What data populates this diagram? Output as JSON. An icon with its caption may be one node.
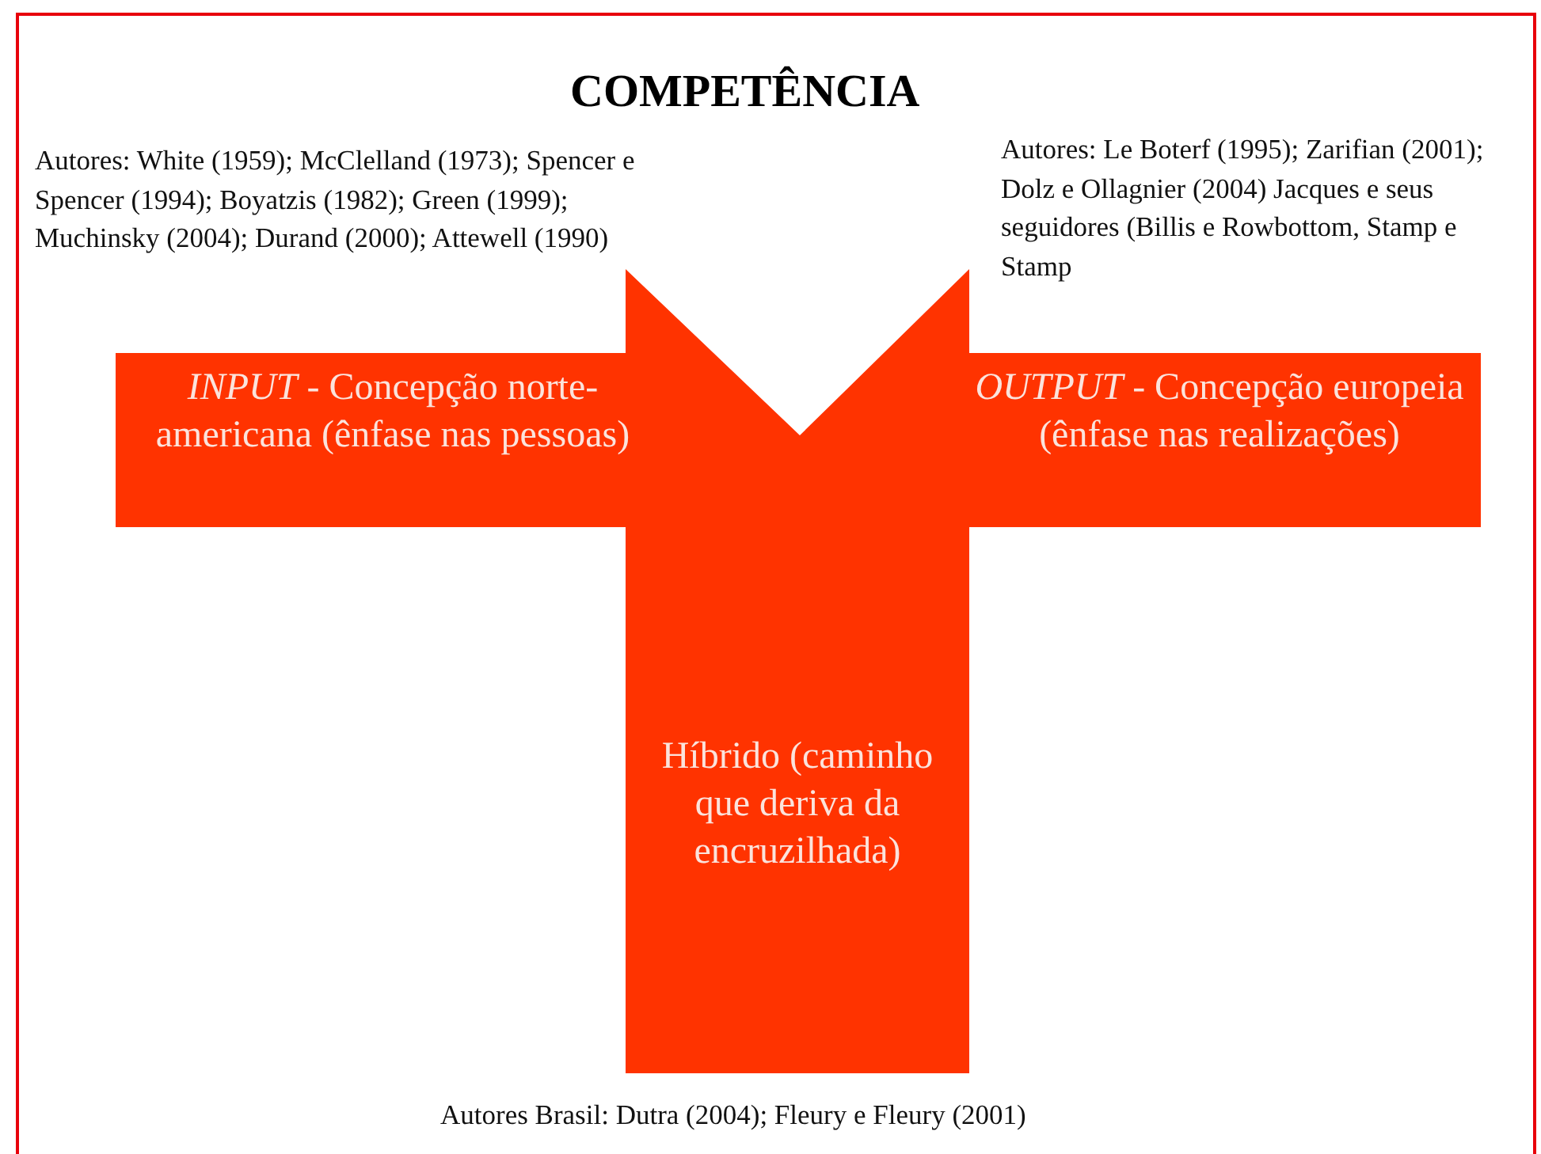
{
  "diagram": {
    "title": "COMPETÊNCIA",
    "nodes": [
      {
        "text": [
          "*INPUT* - Concepção norte-americana (ênfase nas pessoas)"
        ]
      },
      {
        "text": [
          "*OUTPUT* - Concepção europeia (ênfase nas realizações)"
        ]
      },
      {
        "text": [
          "Híbrido (caminho que deriva da encruzilhada)"
        ]
      }
    ],
    "labels": [
      "Autores: White (1959); McClelland (1973); Spencer e Spencer (1994); Boyatzis (1982); Green (1999); Muchinsky (2004); Durand (2000); Attewell (1990)",
      "Autores: Le Boterf (1995); Zarifian (2001); Dolz e Ollagnier (2004) Jacques e seus seguidores (Billis e Rowbottom, Stamp e Stamp",
      "Autores Brasil: Dutra (2004); Fleury e Fleury (2001)"
    ]
  }
}
